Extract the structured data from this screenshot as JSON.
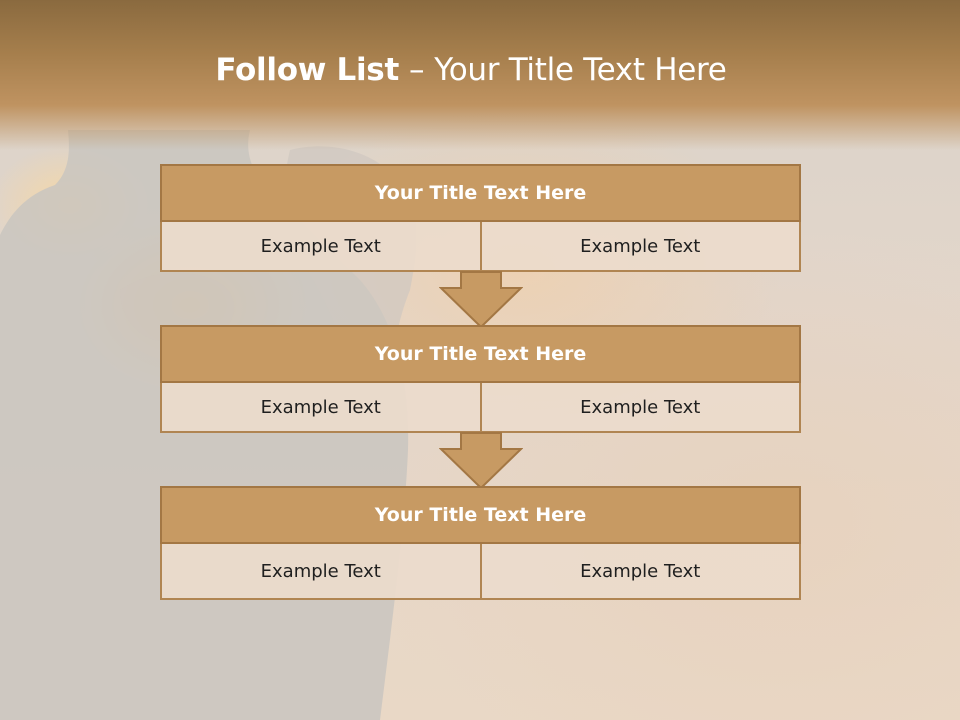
{
  "slide": {
    "title_strong": "Follow List",
    "title_separator": "–",
    "title_rest": "Your Title Text Here"
  },
  "steps": [
    {
      "title": "Your Title Text Here",
      "left": "Example Text",
      "right": "Example Text"
    },
    {
      "title": "Your Title Text Here",
      "left": "Example Text",
      "right": "Example Text"
    },
    {
      "title": "Your Title Text Here",
      "left": "Example Text",
      "right": "Example Text"
    }
  ],
  "colors": {
    "header_band": "#a57e4c",
    "block_title_fill": "#c79a63",
    "block_border": "#a37744",
    "cell_fill": "#ecdbcc",
    "arrow_fill": "#c79a63"
  },
  "icons": {
    "step_arrow": "down-arrow-icon"
  }
}
